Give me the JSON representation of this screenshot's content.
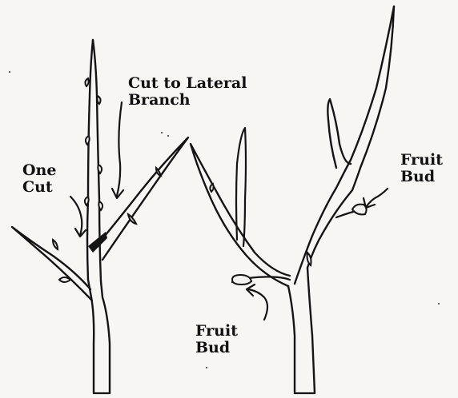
{
  "labels": {
    "cut_to_lateral_line1": "Cut to Lateral",
    "cut_to_lateral_line2": "Branch",
    "one_cut_line1": "One",
    "one_cut_line2": "Cut",
    "fruit_bud_right_line1": "Fruit",
    "fruit_bud_right_line2": "Bud",
    "fruit_bud_bottom_line1": "Fruit",
    "fruit_bud_bottom_line2": "Bud"
  }
}
